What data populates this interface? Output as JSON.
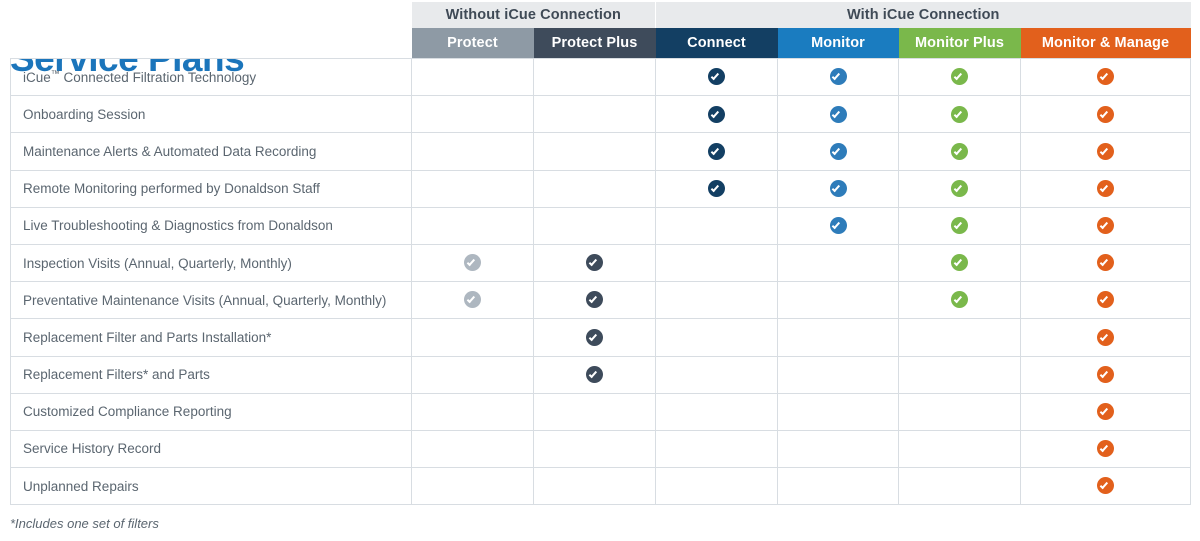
{
  "page_title": "Service Plans",
  "footnote": "*Includes one set of filters",
  "colors": {
    "title_blue": "#1b75bb",
    "group_header_bg": "#e8eaec",
    "group_header_text": "#3f4a56",
    "grid_line": "#d8dde2",
    "feature_text": "#5b6670",
    "protect": "#8e9aa5",
    "protect_plus": "#3e4b5b",
    "connect": "#133f63",
    "monitor": "#1a7cc0",
    "monitor_plus": "#7ab84b",
    "monitor_manage": "#e2601c"
  },
  "groups": [
    {
      "label": "",
      "span": 1,
      "blank": true
    },
    {
      "label": "Without iCue Connection",
      "span": 2,
      "blank": false
    },
    {
      "label": "With iCue Connection",
      "span": 4,
      "blank": false
    }
  ],
  "columns": [
    {
      "key": "feature",
      "label": "",
      "bg": "#ffffff",
      "blank": true
    },
    {
      "key": "protect",
      "label": "Protect",
      "bg": "#8e9aa5",
      "check_color": "#aeb7c0"
    },
    {
      "key": "protect_plus",
      "label": "Protect Plus",
      "bg": "#3e4b5b",
      "check_color": "#3e4b5b"
    },
    {
      "key": "connect",
      "label": "Connect",
      "bg": "#133f63",
      "check_color": "#133f63"
    },
    {
      "key": "monitor",
      "label": "Monitor",
      "bg": "#1a7cc0",
      "check_color": "#2e7cba"
    },
    {
      "key": "monitor_plus",
      "label": "Monitor Plus",
      "bg": "#7ab84b",
      "check_color": "#7ab84b"
    },
    {
      "key": "monitor_manage",
      "label": "Monitor & Manage",
      "bg": "#e2601c",
      "check_color": "#e2601c"
    }
  ],
  "rows": [
    {
      "feature": "iCue™ Connected Filtration Technology",
      "checks": [
        false,
        false,
        true,
        true,
        true,
        true
      ]
    },
    {
      "feature": "Onboarding Session",
      "checks": [
        false,
        false,
        true,
        true,
        true,
        true
      ]
    },
    {
      "feature": "Maintenance Alerts & Automated Data Recording",
      "checks": [
        false,
        false,
        true,
        true,
        true,
        true
      ]
    },
    {
      "feature": "Remote Monitoring performed by Donaldson Staff",
      "checks": [
        false,
        false,
        true,
        true,
        true,
        true
      ]
    },
    {
      "feature": "Live Troubleshooting & Diagnostics from Donaldson",
      "checks": [
        false,
        false,
        false,
        true,
        true,
        true
      ]
    },
    {
      "feature": "Inspection Visits (Annual, Quarterly, Monthly)",
      "checks": [
        true,
        true,
        false,
        false,
        true,
        true
      ]
    },
    {
      "feature": "Preventative Maintenance Visits (Annual, Quarterly, Monthly)",
      "checks": [
        true,
        true,
        false,
        false,
        true,
        true
      ]
    },
    {
      "feature": "Replacement Filter and Parts Installation*",
      "checks": [
        false,
        true,
        false,
        false,
        false,
        true
      ]
    },
    {
      "feature": "Replacement Filters* and Parts",
      "checks": [
        false,
        true,
        false,
        false,
        false,
        true
      ]
    },
    {
      "feature": "Customized Compliance Reporting",
      "checks": [
        false,
        false,
        false,
        false,
        false,
        true
      ]
    },
    {
      "feature": "Service History Record",
      "checks": [
        false,
        false,
        false,
        false,
        false,
        true
      ]
    },
    {
      "feature": "Unplanned Repairs",
      "checks": [
        false,
        false,
        false,
        false,
        false,
        true
      ]
    }
  ]
}
